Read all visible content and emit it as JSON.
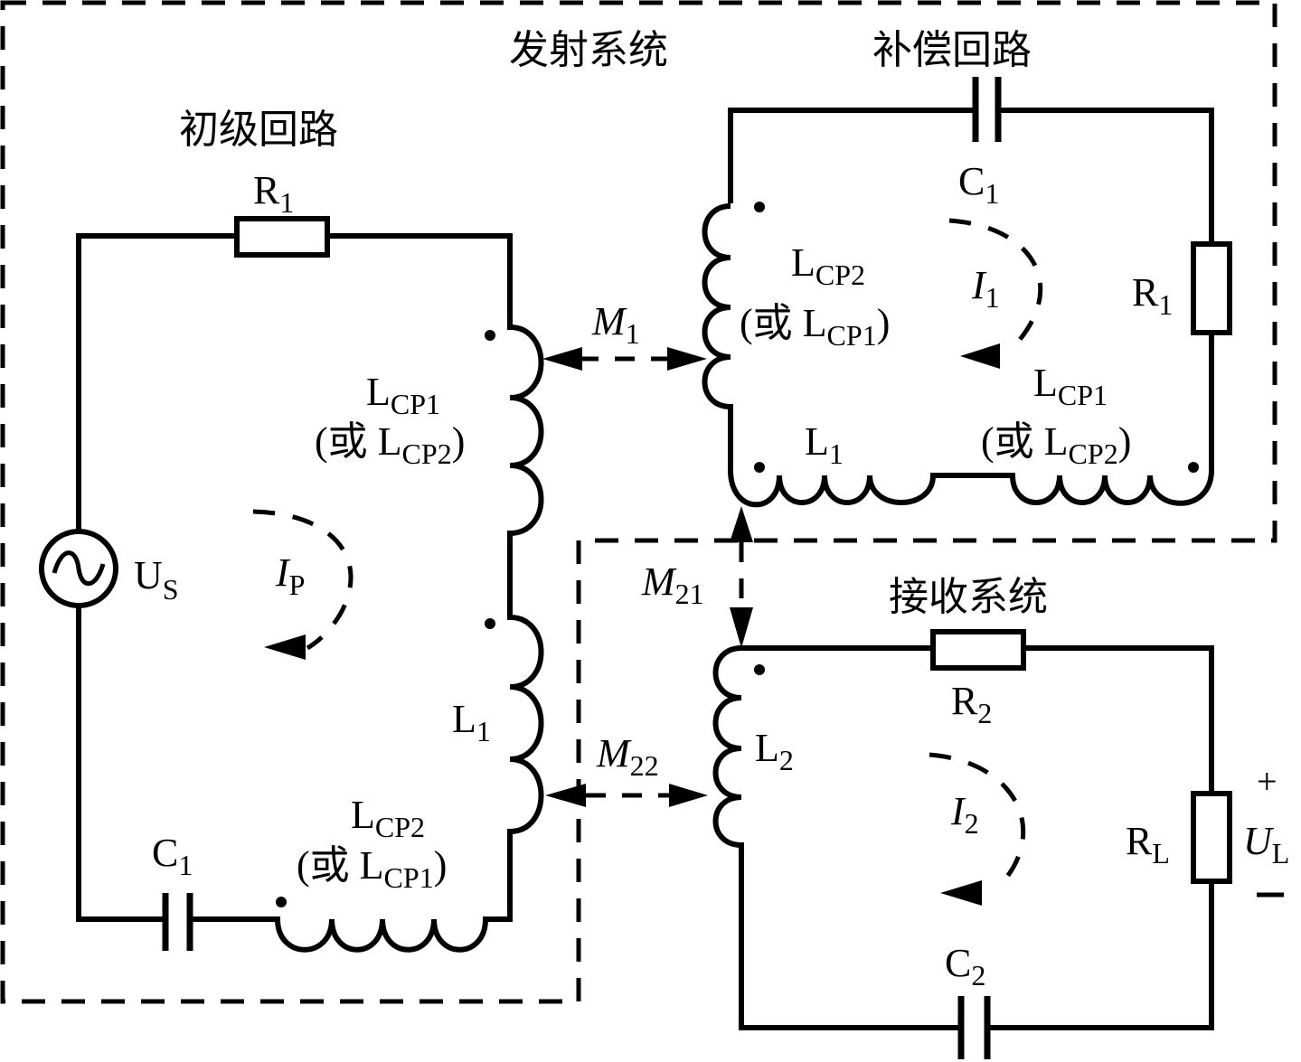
{
  "diagram": {
    "type": "circuit-schematic",
    "regions": {
      "transmitter": "发射系统",
      "receiver": "接收系统",
      "primary_loop": "初级回路",
      "compensation_loop": "补偿回路"
    },
    "primary": {
      "source": {
        "name": "U",
        "sub": "S",
        "icon": "ac-source-icon"
      },
      "resistor": {
        "name": "R",
        "sub": "1"
      },
      "capacitor": {
        "name": "C",
        "sub": "1"
      },
      "coil_top": {
        "name": "L",
        "sub": "CP1",
        "alt_prefix": "(或 ",
        "alt_name": "L",
        "alt_sub": "CP2",
        "alt_suffix": ")"
      },
      "coil_mid": {
        "name": "L",
        "sub": "1"
      },
      "coil_bottom": {
        "name": "L",
        "sub": "CP2",
        "alt_prefix": "(或 ",
        "alt_name": "L",
        "alt_sub": "CP1",
        "alt_suffix": ")"
      },
      "current": {
        "name": "I",
        "sub": "P"
      }
    },
    "compensation": {
      "capacitor": {
        "name": "C",
        "sub": "1"
      },
      "resistor": {
        "name": "R",
        "sub": "1"
      },
      "coil_left": {
        "name": "L",
        "sub": "CP2",
        "alt_prefix": "(或 ",
        "alt_name": "L",
        "alt_sub": "CP1",
        "alt_suffix": ")"
      },
      "coil_bottom_left": {
        "name": "L",
        "sub": "1"
      },
      "coil_bottom_right": {
        "name": "L",
        "sub": "CP1",
        "alt_prefix": "(或 ",
        "alt_name": "L",
        "alt_sub": "CP2",
        "alt_suffix": ")"
      },
      "current": {
        "name": "I",
        "sub": "1"
      }
    },
    "receiver": {
      "coil": {
        "name": "L",
        "sub": "2"
      },
      "resistor": {
        "name": "R",
        "sub": "2"
      },
      "load": {
        "name": "R",
        "sub": "L"
      },
      "capacitor": {
        "name": "C",
        "sub": "2"
      },
      "voltage": {
        "name": "U",
        "sub": "L",
        "plus": "+",
        "minus": "−"
      },
      "current": {
        "name": "I",
        "sub": "2"
      }
    },
    "couplings": {
      "m1": {
        "name": "M",
        "sub": "1"
      },
      "m21": {
        "name": "M",
        "sub": "21"
      },
      "m22": {
        "name": "M",
        "sub": "22"
      }
    }
  }
}
